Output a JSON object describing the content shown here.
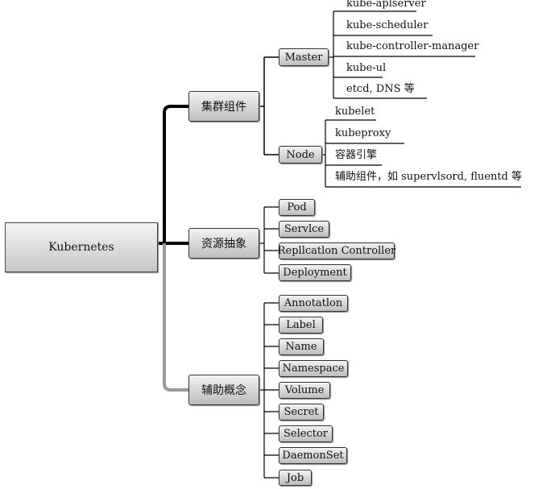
{
  "root": "Kubernetes",
  "categories": {
    "cluster": "集群组件",
    "abstraction": "资源抽象",
    "auxiliary": "辅助概念"
  },
  "cluster": {
    "master": "Master",
    "node": "Node",
    "master_items": [
      "kube-aplserver",
      "kube-scheduler",
      "kube-controller-manager",
      "kube-ul",
      "etcd, DNS 等"
    ],
    "node_items": [
      "kubelet",
      "kubeproxy",
      "容器引擎",
      "辅助组件，如 supervlsord, fluentd 等"
    ]
  },
  "abstraction_items": [
    "Pod",
    "Servlce",
    "Repllcatlon Controller",
    "Deployment"
  ],
  "auxiliary_items": [
    "Annotatlon",
    "Label",
    "Name",
    "Namespace",
    "Volume",
    "Secret",
    "Selector",
    "DaemonSet",
    "Job"
  ]
}
